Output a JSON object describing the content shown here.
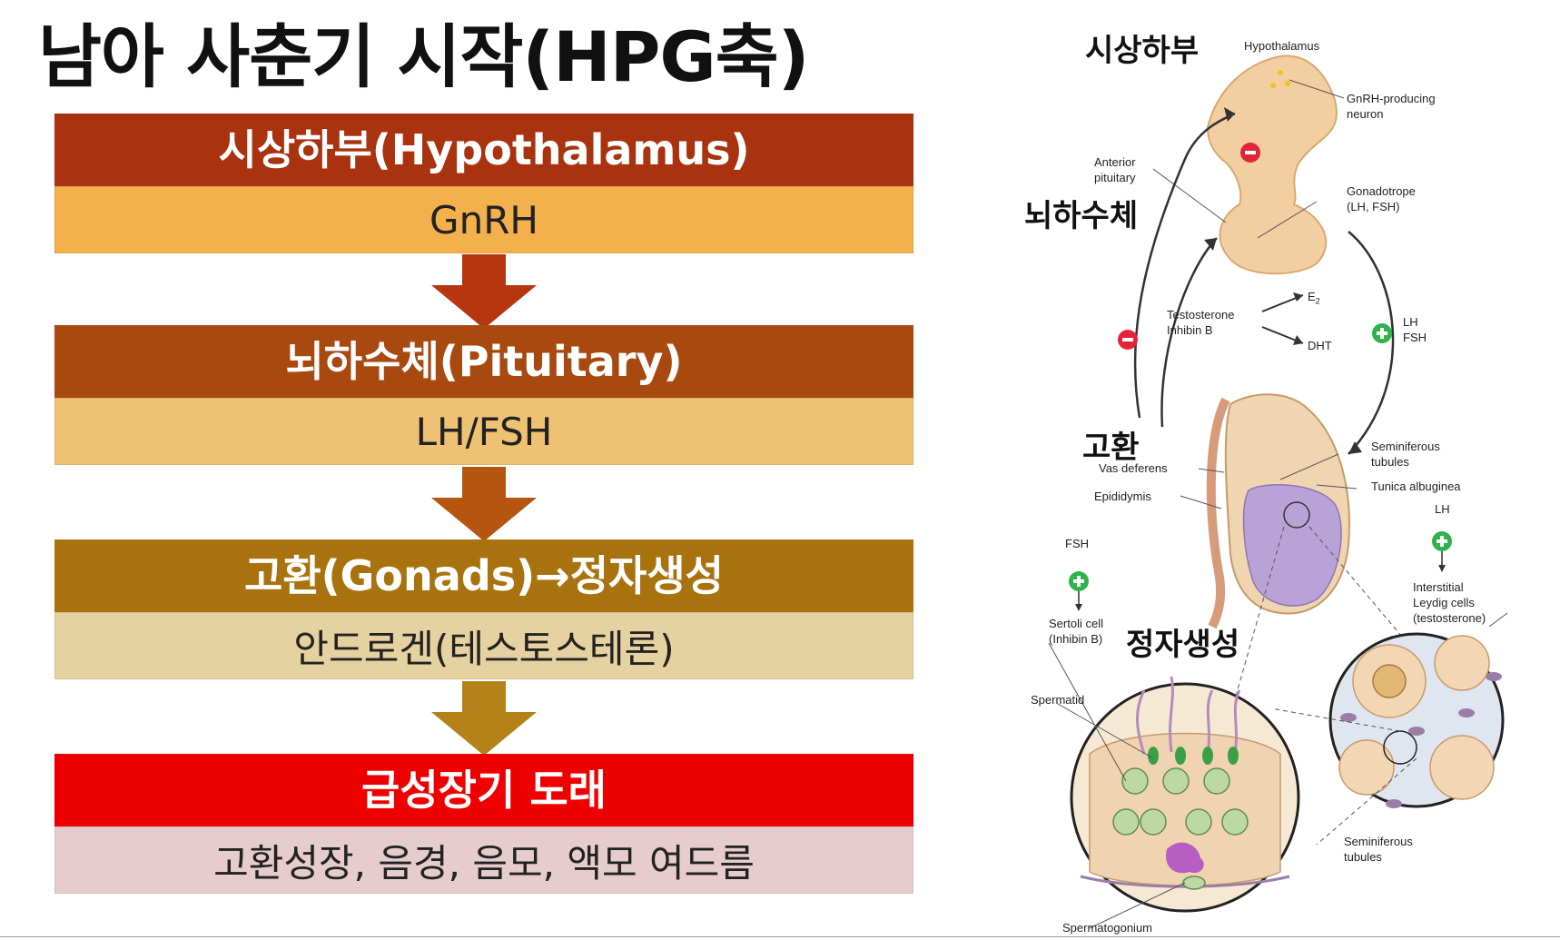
{
  "title": "남아 사춘기 시작(HPG축)",
  "steps": [
    {
      "head": "시상하부(Hypothalamus)",
      "sub": "GnRH",
      "head_color": "#a9320f",
      "sub_color": "#f4b04c"
    },
    {
      "head": "뇌하수체(Pituitary)",
      "sub": "LH/FSH",
      "head_color": "#a84a0f",
      "sub_color": "#eec173"
    },
    {
      "head": "고환(Gonads)→정자생성",
      "sub": "안드로겐(테스토스테론)",
      "head_color": "#a8730f",
      "sub_color": "#e6d2a0"
    },
    {
      "head": "급성장기 도래",
      "sub": "고환성장, 음경, 음모, 액모 여드름",
      "head_color": "#ee0000",
      "sub_color": "#e6cccc"
    }
  ],
  "arrow_colors": [
    "#b5360f",
    "#b5550f",
    "#b5821a"
  ],
  "diagram": {
    "korean_labels": {
      "hypothalamus": "시상하부",
      "pituitary": "뇌하수체",
      "testis": "고환",
      "spermatogenesis": "정자생성"
    },
    "labels": {
      "hypothalamus": "Hypothalamus",
      "gnrh_neuron": "GnRH-producing\nneuron",
      "anterior_pituitary": "Anterior\npituitary",
      "gonadotrope": "Gonadotrope\n(LH, FSH)",
      "testosterone": "Testosterone\nInhibin B",
      "e2_base": "E",
      "e2_sub": "2",
      "dht": "DHT",
      "lh_fsh": "LH\nFSH",
      "seminiferous_tubules_1": "Seminiferous\ntubules",
      "tunica": "Tunica albuginea",
      "vas_deferens": "Vas deferens",
      "epididymis": "Epididymis",
      "lh": "LH",
      "fsh": "FSH",
      "sertoli": "Sertoli cell\n(Inhibin B)",
      "leydig": "Interstitial\nLeydig cells\n(testosterone)",
      "spermatid": "Spermatid",
      "seminiferous_tubules_2": "Seminiferous\ntubules",
      "spermatogonium": "Spermatogonium"
    }
  }
}
